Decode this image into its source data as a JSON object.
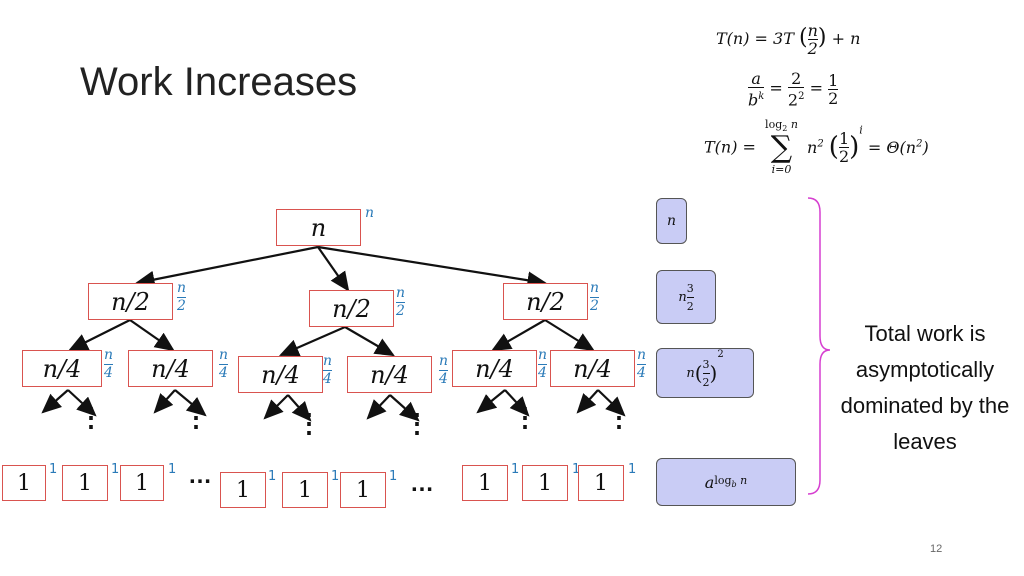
{
  "slide": {
    "title": "Work Increases",
    "page_number": "12",
    "note": "Total work is asymptotically dominated by the leaves"
  },
  "equations": {
    "recurrence": {
      "lhs": "T(n) = 3T",
      "arg_num": "n",
      "arg_den": "2",
      "rhs": "+ n"
    },
    "ratio": {
      "a": "a",
      "bk": "b",
      "k": "k",
      "num2": "2",
      "den2": "2",
      "den2exp": "2",
      "num3": "1",
      "den3": "2"
    },
    "sum": {
      "lhs": "T(n) =",
      "upper": "log",
      "upper_sub": "2",
      "upper_var": "n",
      "sigma": "∑",
      "lower": "i=0",
      "term": "n",
      "term_exp": "2",
      "frac_num": "1",
      "frac_den": "2",
      "frac_exp": "i",
      "result": "= Θ(n",
      "result_exp": "2",
      "result_close": ")"
    }
  },
  "tree": {
    "root": {
      "label": "n",
      "cost": "n"
    },
    "level1": [
      {
        "label": "n/2",
        "cost_num": "n",
        "cost_den": "2"
      },
      {
        "label": "n/2",
        "cost_num": "n",
        "cost_den": "2"
      },
      {
        "label": "n/2",
        "cost_num": "n",
        "cost_den": "2"
      }
    ],
    "level2": [
      {
        "label": "n/4",
        "cost_num": "n",
        "cost_den": "4"
      },
      {
        "label": "n/4",
        "cost_num": "n",
        "cost_den": "4"
      },
      {
        "label": "n/4",
        "cost_num": "n",
        "cost_den": "4"
      },
      {
        "label": "n/4",
        "cost_num": "n",
        "cost_den": "4"
      },
      {
        "label": "n/4",
        "cost_num": "n",
        "cost_den": "4"
      },
      {
        "label": "n/4",
        "cost_num": "n",
        "cost_den": "4"
      }
    ],
    "leaves": [
      {
        "label": "1",
        "cost": "1"
      },
      {
        "label": "1",
        "cost": "1"
      },
      {
        "label": "1",
        "cost": "1"
      },
      {
        "label": "1",
        "cost": "1"
      },
      {
        "label": "1",
        "cost": "1"
      },
      {
        "label": "1",
        "cost": "1"
      },
      {
        "label": "1",
        "cost": "1"
      },
      {
        "label": "1",
        "cost": "1"
      },
      {
        "label": "1",
        "cost": "1"
      }
    ],
    "ellipsis_h": "…",
    "ellipsis_v": "⋮"
  },
  "level_sums": {
    "s0": "n",
    "s1_base": "n",
    "s1_num": "3",
    "s1_den": "2",
    "s2_base": "n",
    "s2_num": "3",
    "s2_den": "2",
    "s2_exp": "2",
    "s3_base": "a",
    "s3_exp_log": "log",
    "s3_exp_sub": "b",
    "s3_exp_var": "n"
  },
  "colors": {
    "node_border": "#d9534f",
    "cost_text": "#2a7ab8",
    "sum_fill": "#c9ccf5",
    "brace": "#d63fd0"
  }
}
